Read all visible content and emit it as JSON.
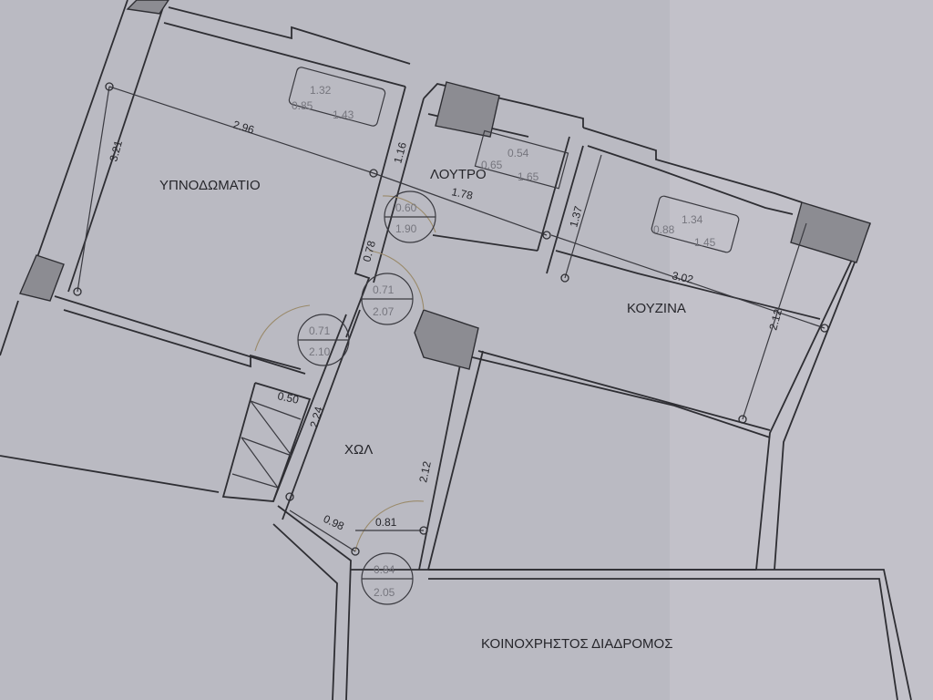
{
  "rooms": {
    "bedroom": "ΥΠΝΟΔΩΜΑΤΙΟ",
    "bathroom": "ΛΟΥΤΡΟ",
    "kitchen": "ΚΟΥΖΙΝΑ",
    "hall": "ΧΩΛ",
    "corridor": "ΚΟΙΝΟΧΡΗΣΤΟΣ ΔΙΑΔΡΟΜΟΣ"
  },
  "dimensions": {
    "bedroom_width": "2.96",
    "bedroom_depth": "3.21",
    "bath_wall": "1.16",
    "bath_width": "1.78",
    "bath_depth": "1.37",
    "partition": "0.78",
    "kitchen_width": "3.02",
    "kitchen_depth": "2.12",
    "hall_depth": "2.12",
    "closet_width": "0.50",
    "closet_depth": "2.24",
    "entry_width": "0.81",
    "entry_wall": "0.98"
  },
  "windows": [
    {
      "top": "1.32",
      "left": "0.85",
      "right": "1.43"
    },
    {
      "top": "0.54",
      "left": "0.65",
      "right": "1.65"
    },
    {
      "top": "1.34",
      "left": "0.88",
      "right": "1.45"
    }
  ],
  "doors": [
    {
      "width": "0.60",
      "height": "1.90"
    },
    {
      "width": "0.71",
      "height": "2.07"
    },
    {
      "width": "0.71",
      "height": "2.10"
    },
    {
      "width": "0.84",
      "height": "2.05"
    }
  ]
}
